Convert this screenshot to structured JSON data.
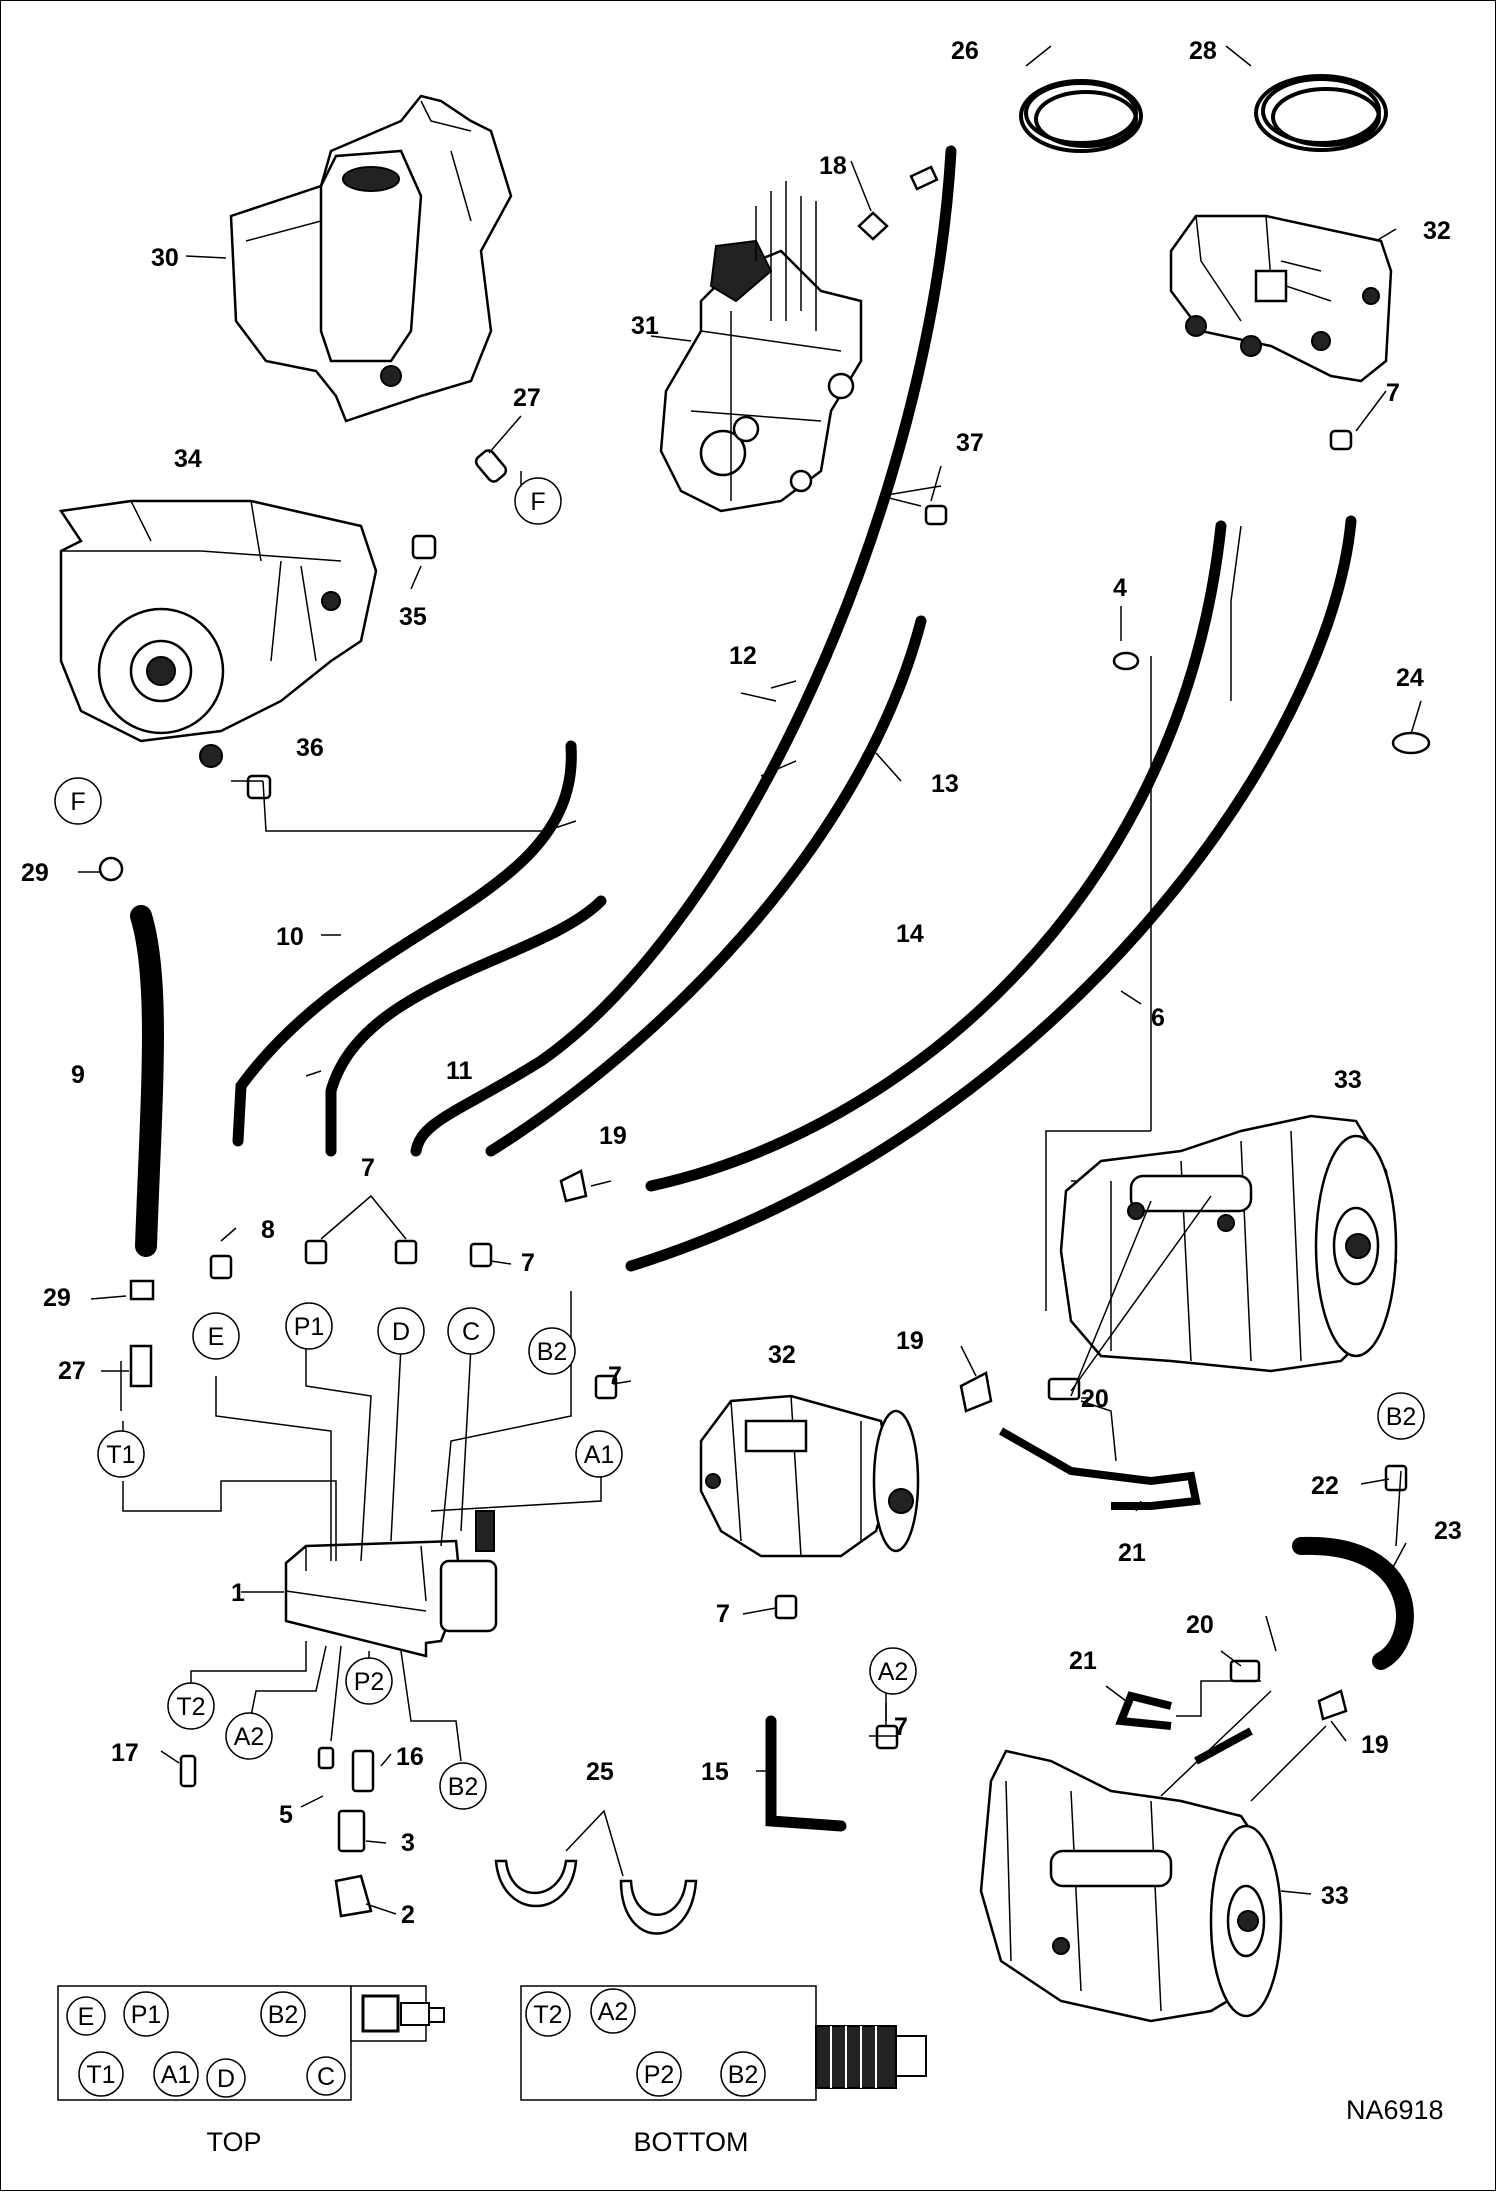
{
  "drawing_id": "NA6918",
  "panel_captions": {
    "top": "TOP",
    "bottom": "BOTTOM"
  },
  "callouts": [
    "1",
    "2",
    "3",
    "4",
    "5",
    "6",
    "7",
    "8",
    "9",
    "10",
    "11",
    "12",
    "13",
    "14",
    "15",
    "16",
    "17",
    "18",
    "19",
    "20",
    "21",
    "22",
    "23",
    "24",
    "25",
    "26",
    "27",
    "28",
    "29",
    "30",
    "31",
    "32",
    "33",
    "34",
    "35",
    "36",
    "37"
  ],
  "port_letters": {
    "E": "E",
    "P1": "P1",
    "D": "D",
    "C": "C",
    "B2": "B2",
    "A1": "A1",
    "T1": "T1",
    "T2": "T2",
    "A2": "A2",
    "P2": "P2",
    "F": "F"
  },
  "top_ports": [
    "E",
    "P1",
    "B2",
    "T1",
    "A1",
    "D",
    "C"
  ],
  "bottom_ports": [
    "T2",
    "A2",
    "P2",
    "B2"
  ]
}
